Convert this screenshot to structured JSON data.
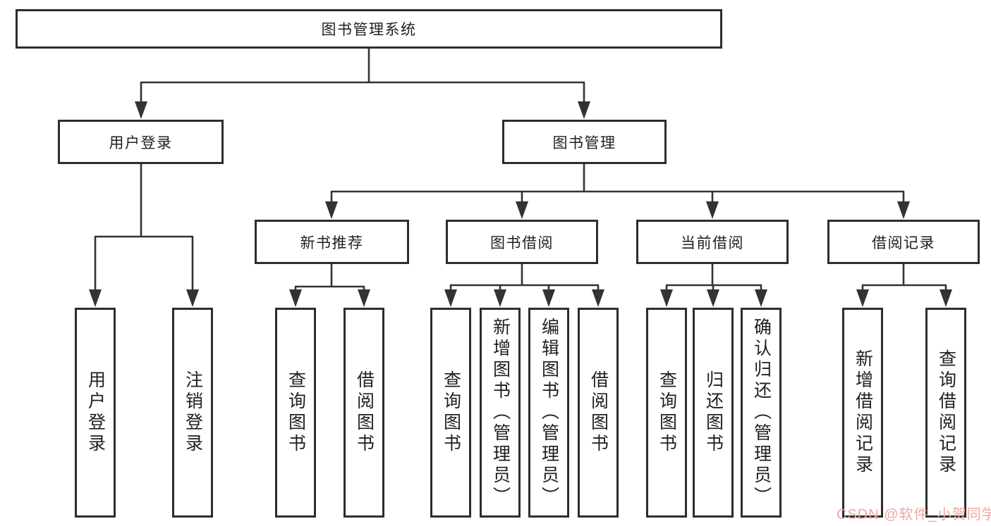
{
  "diagram": {
    "type": "tree",
    "title": "图书管理系统",
    "nodes": {
      "root": {
        "label": "图书管理系统",
        "children": [
          "user_login",
          "book_management"
        ]
      },
      "user_login": {
        "label": "用户登录",
        "children": [
          "login",
          "logout"
        ]
      },
      "book_management": {
        "label": "图书管理",
        "children": [
          "new_book_recommend",
          "book_borrowing",
          "current_borrowing",
          "borrowing_records"
        ]
      },
      "new_book_recommend": {
        "label": "新书推荐",
        "children": [
          "nbr_query_book",
          "nbr_borrow_book"
        ]
      },
      "book_borrowing": {
        "label": "图书借阅",
        "children": [
          "bb_query_book",
          "bb_add_book",
          "bb_edit_book",
          "bb_borrow_book"
        ]
      },
      "current_borrowing": {
        "label": "当前借阅",
        "children": [
          "cb_query_book",
          "cb_return_book",
          "cb_confirm_return"
        ]
      },
      "borrowing_records": {
        "label": "借阅记录",
        "children": [
          "br_add_record",
          "br_query_record"
        ]
      },
      "login": {
        "label": "用户登录"
      },
      "logout": {
        "label": "注销登录"
      },
      "nbr_query_book": {
        "label": "查询图书"
      },
      "nbr_borrow_book": {
        "label": "借阅图书"
      },
      "bb_query_book": {
        "label": "查询图书"
      },
      "bb_add_book": {
        "label": "新增图书（管理员）"
      },
      "bb_edit_book": {
        "label": "编辑图书（管理员）"
      },
      "bb_borrow_book": {
        "label": "借阅图书"
      },
      "cb_query_book": {
        "label": "查询图书"
      },
      "cb_return_book": {
        "label": "归还图书"
      },
      "cb_confirm_return": {
        "label": "确认归还（管理员）"
      },
      "br_add_record": {
        "label": "新增借阅记录"
      },
      "br_query_record": {
        "label": "查询借阅记录"
      }
    },
    "colors": {
      "line": "#333333",
      "box_border": "#2d2d2d",
      "text": "#1f1f1f",
      "background": "#ffffff",
      "watermark_text": "#efa7a2"
    }
  },
  "watermark": {
    "text": "CSDN @软件_小贺同学"
  }
}
